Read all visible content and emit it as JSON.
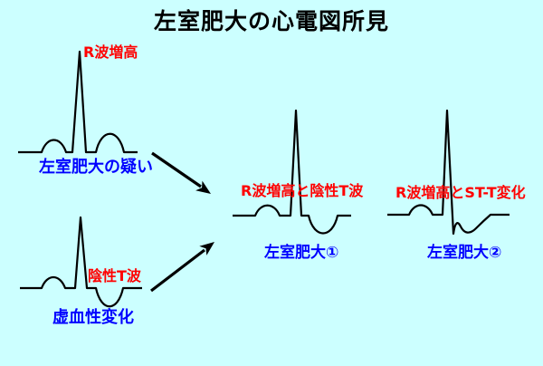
{
  "title": "左室肥大の心電図所見",
  "colors": {
    "background": "#ccffff",
    "stroke": "#000000",
    "annotation": "#ff0000",
    "caption": "#0000ff"
  },
  "panels": {
    "suspected": {
      "annotation": "R波増高",
      "caption": "左室肥大の疑い"
    },
    "ischemic": {
      "annotation": "陰性T波",
      "caption": "虚血性変化"
    },
    "lvh1": {
      "annotation": "R波増高と陰性T波",
      "caption": "左室肥大①"
    },
    "lvh2": {
      "annotation": "R波増高とST-T変化",
      "caption": "左室肥大②"
    }
  }
}
